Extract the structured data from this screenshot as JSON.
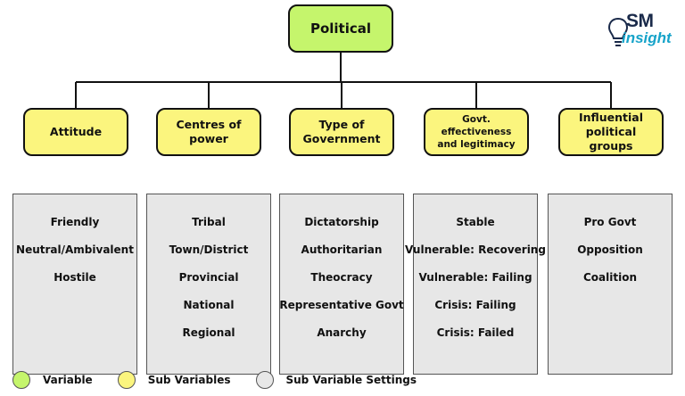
{
  "root": {
    "label": "Political",
    "color": "#c5f56c"
  },
  "logo": {
    "line1": "SM",
    "line2": "insight"
  },
  "columns": [
    {
      "label": "Attitude",
      "settings": [
        "Friendly",
        "Neutral/Ambivalent",
        "Hostile"
      ]
    },
    {
      "label": "Centres of\npower",
      "settings": [
        "Tribal",
        "Town/District",
        "Provincial",
        "National",
        "Regional"
      ]
    },
    {
      "label": "Type of\nGovernment",
      "settings": [
        "Dictatorship",
        "Authoritarian",
        "Theocracy",
        "Representative Govt",
        "Anarchy"
      ]
    },
    {
      "label": "Govt. effectiveness\nand legitimacy",
      "settings": [
        "Stable",
        "Vulnerable: Recovering",
        "Vulnerable: Failing",
        "Crisis: Failing",
        "Crisis: Failed"
      ]
    },
    {
      "label": "Influential\npolitical groups",
      "settings": [
        "Pro Govt",
        "Opposition",
        "Coalition"
      ]
    }
  ],
  "colors": {
    "variable": "#c5f56c",
    "sub_variable": "#fbf57e",
    "setting": "#e7e7e7",
    "line": "#111111"
  },
  "legend": [
    {
      "label": "Variable",
      "color": "#c5f56c"
    },
    {
      "label": "Sub Variables",
      "color": "#fbf57e"
    },
    {
      "label": "Sub Variable Settings",
      "color": "#e7e7e7"
    }
  ]
}
